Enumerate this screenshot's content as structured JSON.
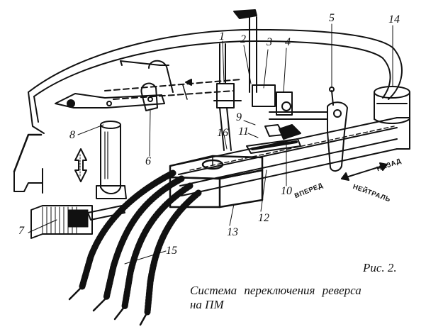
{
  "figure": {
    "fig_label": "Рис. 2.",
    "caption_line1": "Система переключения реверса",
    "caption_line2": "на ПМ"
  },
  "direction_labels": {
    "forward": "ВПЕРЕД",
    "back": "НАЗАД",
    "neutral": "НЕЙТРАЛЬ"
  },
  "callouts": [
    "1",
    "2",
    "3",
    "4",
    "5",
    "6",
    "7",
    "8",
    "9",
    "10",
    "11",
    "12",
    "13",
    "14",
    "15",
    "16"
  ]
}
